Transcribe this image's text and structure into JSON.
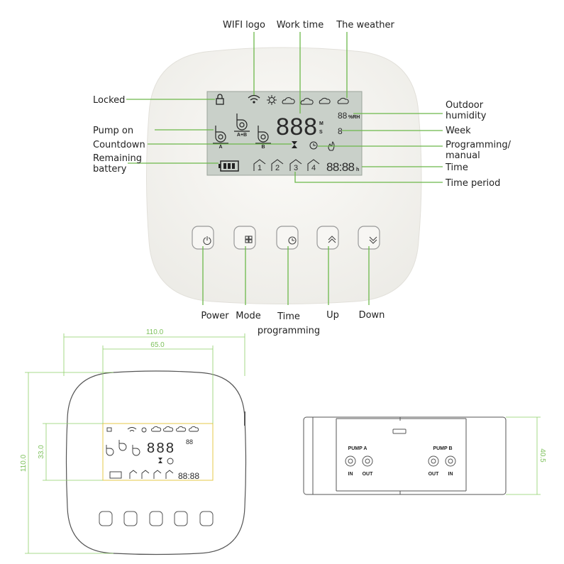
{
  "callouts": {
    "top": {
      "wifi": "WIFI logo",
      "work_time": "Work time",
      "weather": "The weather"
    },
    "left": {
      "locked": "Locked",
      "pump_on": "Pump on",
      "countdown": "Countdown",
      "battery_1": "Remaining",
      "battery_2": "battery"
    },
    "right": {
      "humidity_1": "Outdoor",
      "humidity_2": "humidity",
      "week": "Week",
      "prog_1": "Programming/",
      "prog_2": "manual",
      "time": "Time",
      "time_period": "Time period"
    },
    "buttons": {
      "power": "Power",
      "mode": "Mode",
      "time_prog_1": "Time",
      "time_prog_2": "programming",
      "up": "Up",
      "down": "Down"
    }
  },
  "lcd": {
    "digits": "888",
    "unit_m": "M",
    "unit_s": "S",
    "humidity": "88",
    "humidity_unit": "%RH",
    "week": "8",
    "pump_a": "A",
    "pump_ab": "A+B",
    "pump_b": "B",
    "periods": [
      "1",
      "2",
      "3",
      "4"
    ],
    "clock": "88:88",
    "clock_unit": "h"
  },
  "dimensions": {
    "width_outer": "110.0",
    "width_lcd": "65.0",
    "height_outer": "110.0",
    "height_lcd": "33.0",
    "depth": "40.5"
  },
  "side_view": {
    "pump_a": "PUMP A",
    "pump_b": "PUMP B",
    "in": "IN",
    "out": "OUT"
  },
  "colors": {
    "callout": "#6cb84a",
    "dimension": "#8fd06a",
    "lcd": "#c9d0c9"
  }
}
